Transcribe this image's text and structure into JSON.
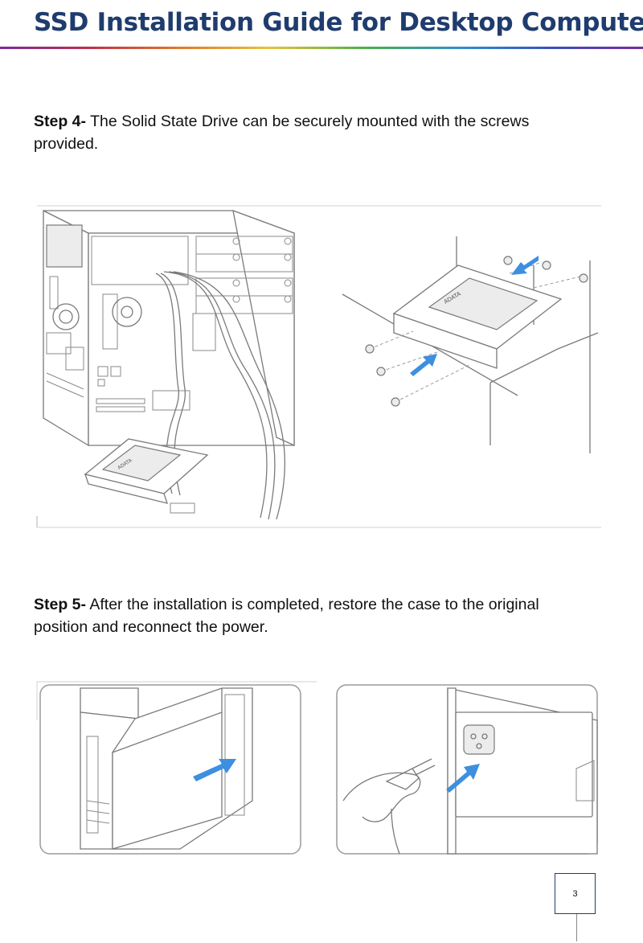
{
  "header": {
    "title": "SSD Installation Guide for Desktop Computers"
  },
  "steps": [
    {
      "label": "Step 4-",
      "text": " The Solid State Drive can be securely mounted with the screws provided."
    },
    {
      "label": "Step 5-",
      "text": " After the installation is completed, restore the case to the original position and reconnect the power."
    }
  ],
  "figures": {
    "drive_brand": "ADATA"
  },
  "footer": {
    "page_number": "3"
  },
  "colors": {
    "title": "#1f3c6e",
    "arrow": "#3d8fe0"
  },
  "icons": [
    "arrow-icon",
    "screw-icon",
    "power-plug-icon",
    "power-socket-icon"
  ]
}
